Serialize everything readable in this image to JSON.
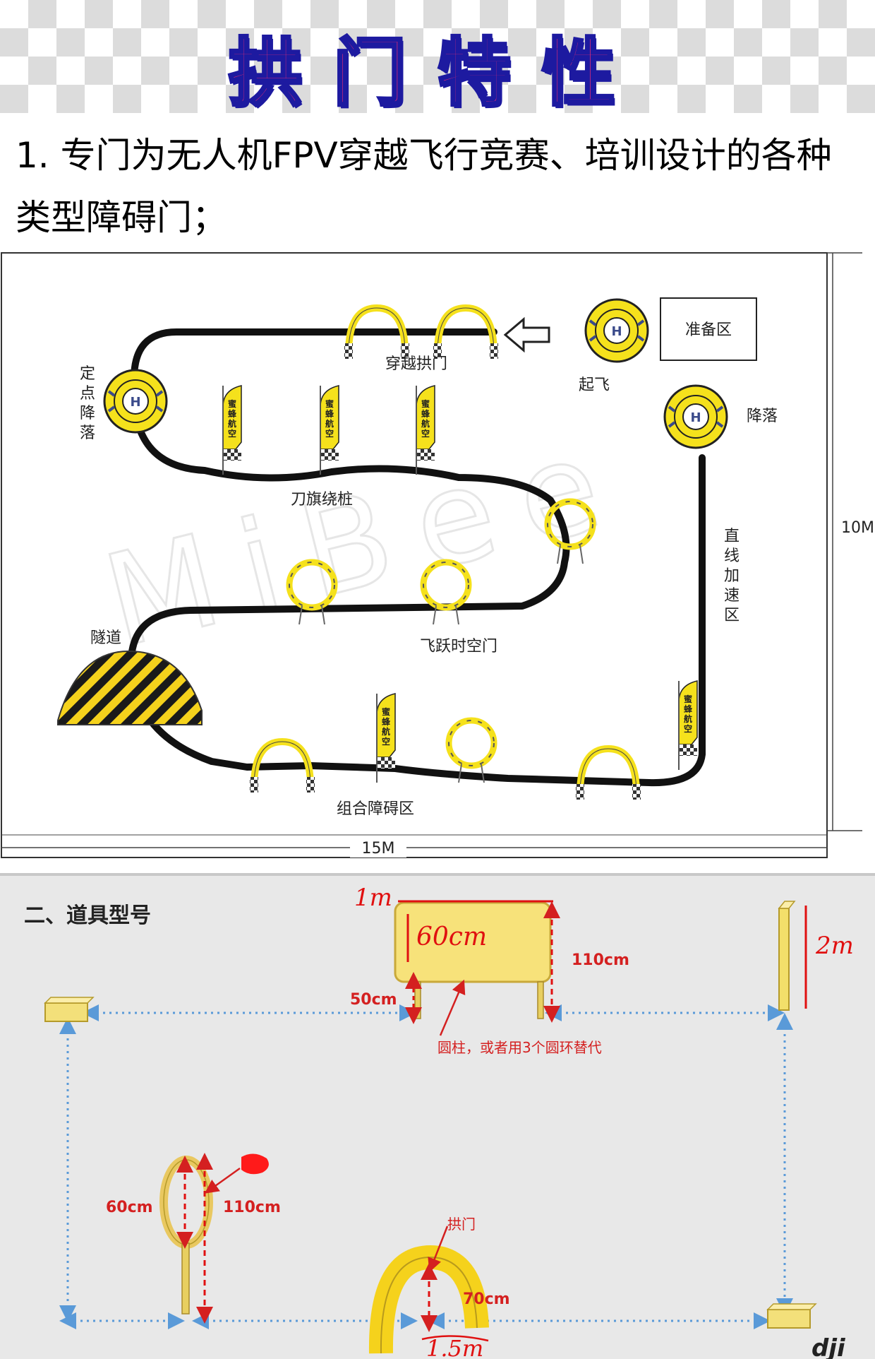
{
  "header": {
    "title": "拱门特性"
  },
  "description": "1. 专门为无人机FPV穿越飞行竞赛、培训设计的各种类型障碍门；",
  "track": {
    "zones": {
      "start": "起飞",
      "landing": "降落",
      "prep": "准备区",
      "arch_gate": "穿越拱门",
      "fixed_landing": "定点降落",
      "flag_slalom": "刀旗绕桩",
      "hoop_gate": "飞跃时空门",
      "tunnel": "隧道",
      "combo": "组合障碍区",
      "straight": "直线加速区"
    },
    "flag_text": "蜜蜂航空",
    "watermark": "MiBee",
    "width_label": "15M",
    "height_label": "10M",
    "pad_letter": "H"
  },
  "props": {
    "section_title": "二、道具型号",
    "board_width": "1m",
    "board_height_inner": "60cm",
    "board_total": "110cm",
    "leg_height": "50cm",
    "note": "圆柱，或者用3个圆环替代",
    "flag_height": "2m",
    "ring_diameter": "60cm",
    "ring_total": "110cm",
    "arch_label": "拱门",
    "arch_height": "70cm",
    "arch_width": "1.5m",
    "logo": "dji"
  },
  "colors": {
    "yellow": "#f5e11c",
    "red": "#d42020",
    "blue": "#5a9ad8",
    "title_pink": "#ff2d6f",
    "title_outline": "#1d1aa0"
  }
}
